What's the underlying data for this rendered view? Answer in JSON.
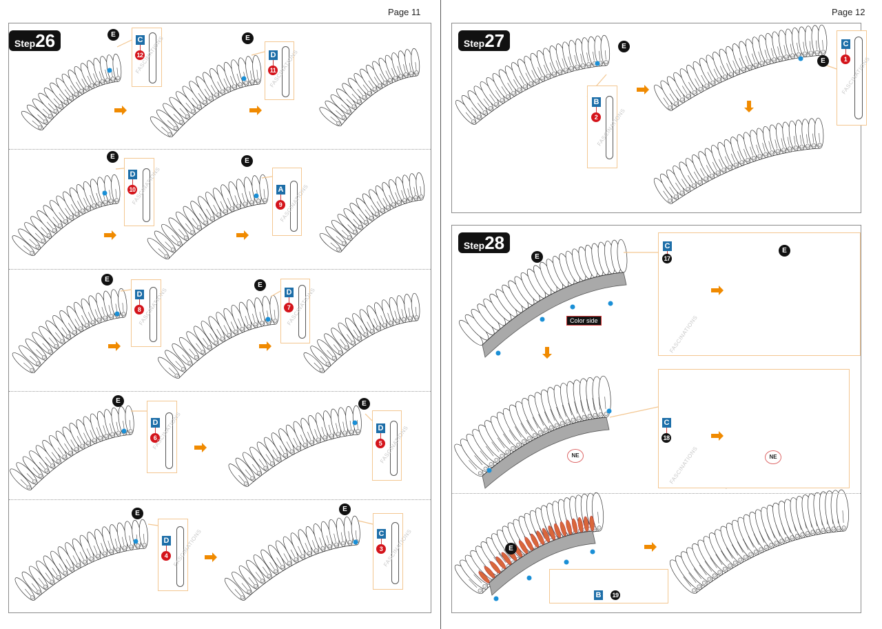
{
  "pages": {
    "left": {
      "label": "Page 11"
    },
    "right": {
      "label": "Page 12"
    }
  },
  "step_word": "Step",
  "steps": {
    "s26": {
      "number": "26",
      "rows": [
        {
          "callouts": [
            {
              "letter": "C",
              "number": "12"
            },
            {
              "letter": "D",
              "number": "11"
            }
          ]
        },
        {
          "callouts": [
            {
              "letter": "D",
              "number": "10"
            },
            {
              "letter": "A",
              "number": "9"
            }
          ]
        },
        {
          "callouts": [
            {
              "letter": "D",
              "number": "8"
            },
            {
              "letter": "D",
              "number": "7"
            }
          ]
        },
        {
          "callouts": [
            {
              "letter": "D",
              "number": "6"
            },
            {
              "letter": "D",
              "number": "5"
            }
          ]
        },
        {
          "callouts": [
            {
              "letter": "D",
              "number": "4"
            },
            {
              "letter": "C",
              "number": "3"
            }
          ]
        }
      ]
    },
    "s27": {
      "number": "27",
      "callouts": [
        {
          "letter": "B",
          "number": "2"
        },
        {
          "letter": "C",
          "number": "1"
        }
      ]
    },
    "s28": {
      "number": "28",
      "callouts": [
        {
          "letter": "C",
          "number": "17"
        },
        {
          "letter": "C",
          "number": "18"
        },
        {
          "letter": "B",
          "number": "19"
        }
      ],
      "color_side_label": "Color side",
      "ne_label": "NE"
    }
  },
  "part_label_e": "E",
  "watermark": "FASCINATIONS",
  "colors": {
    "accent_orange": "#f08a00",
    "feather_orange": "#d9673a",
    "letter_blue": "#1d6ea8",
    "number_red": "#d4141b",
    "callout_border": "#f3c690",
    "dot_blue": "#1a8fd6"
  }
}
